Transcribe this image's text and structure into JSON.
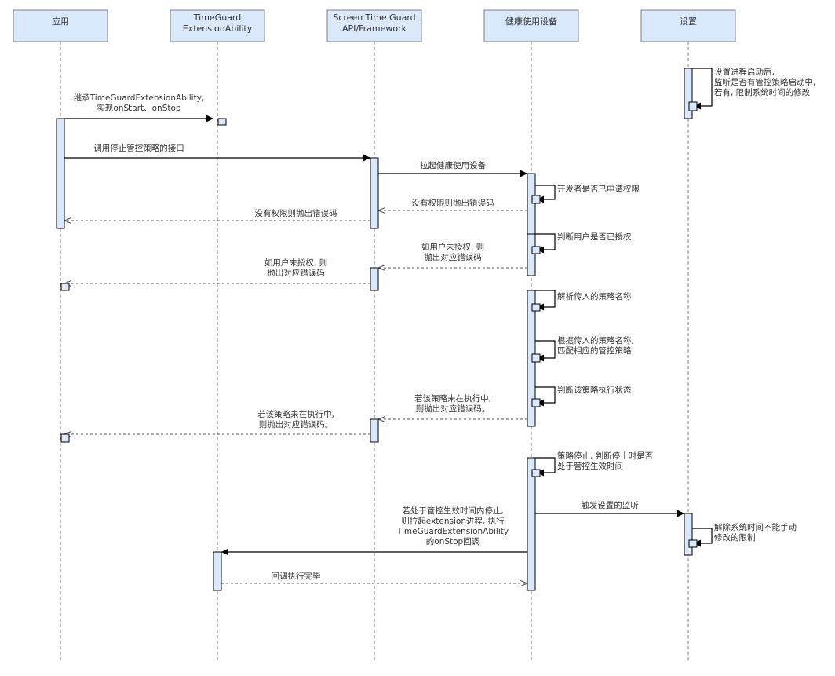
{
  "diagram": {
    "type": "sequence",
    "colors": {
      "header_fill": "#dae8fc",
      "header_stroke": "#7f7f7f",
      "activation_fill": "#dae8fc",
      "activation_stroke": "#000000",
      "line": "#000000",
      "lifeline": "#7f7f7f",
      "text": "#333333"
    },
    "participants": [
      {
        "id": "app",
        "label": [
          "应用"
        ]
      },
      {
        "id": "ext",
        "label": [
          "TimeGuard",
          "ExtensionAbility"
        ]
      },
      {
        "id": "api",
        "label": [
          "Screen Time Guard",
          "API/Framework"
        ]
      },
      {
        "id": "health",
        "label": [
          "健康使用设备"
        ]
      },
      {
        "id": "settings",
        "label": [
          "设置"
        ]
      }
    ],
    "messages": [
      {
        "id": "self-settings-start",
        "type": "self",
        "from": "settings",
        "label": [
          "设置进程启动后,",
          "监听是否有管控策略启动中,",
          "若有, 限制系统时间的修改"
        ]
      },
      {
        "id": "inherit-ext",
        "type": "sync",
        "from": "app",
        "to": "ext",
        "label": [
          "继承TimeGuardExtensionAbility,",
          "实现onStart、onStop"
        ]
      },
      {
        "id": "call-stop",
        "type": "sync",
        "from": "app",
        "to": "api",
        "label": [
          "调用停止管控策略的接口"
        ]
      },
      {
        "id": "launch-health",
        "type": "sync",
        "from": "api",
        "to": "health",
        "label": [
          "拉起健康使用设备"
        ]
      },
      {
        "id": "self-check-permission",
        "type": "self",
        "from": "health",
        "label": [
          "开发者是否已申请权限"
        ]
      },
      {
        "id": "return-no-permission-1",
        "type": "return",
        "from": "health",
        "to": "api",
        "label": [
          "没有权限则抛出错误码"
        ]
      },
      {
        "id": "return-no-permission-2",
        "type": "return",
        "from": "api",
        "to": "app",
        "label": [
          "没有权限则抛出错误码"
        ]
      },
      {
        "id": "self-check-auth",
        "type": "self",
        "from": "health",
        "label": [
          "判断用户是否已授权"
        ]
      },
      {
        "id": "return-no-auth-1",
        "type": "return",
        "from": "health",
        "to": "api",
        "label": [
          "如用户未授权, 则",
          "抛出对应错误码"
        ]
      },
      {
        "id": "return-no-auth-2",
        "type": "return",
        "from": "api",
        "to": "app",
        "label": [
          "如用户未授权, 则",
          "抛出对应错误码"
        ]
      },
      {
        "id": "self-parse-name",
        "type": "self",
        "from": "health",
        "label": [
          "解析传入的策略名称"
        ]
      },
      {
        "id": "self-match-policy",
        "type": "self",
        "from": "health",
        "label": [
          "根据传入的策略名称,",
          "匹配相应的管控策略"
        ]
      },
      {
        "id": "self-check-state",
        "type": "self",
        "from": "health",
        "label": [
          "判断该策略执行状态"
        ]
      },
      {
        "id": "return-not-running-1",
        "type": "return",
        "from": "health",
        "to": "api",
        "label": [
          "若该策略未在执行中,",
          "则抛出对应错误码。"
        ]
      },
      {
        "id": "return-not-running-2",
        "type": "return",
        "from": "api",
        "to": "app",
        "label": [
          "若该策略未在执行中,",
          "则抛出对应错误码。"
        ]
      },
      {
        "id": "self-stop-check-time",
        "type": "self",
        "from": "health",
        "label": [
          "策略停止, 判断停止时是否",
          "处于管控生效时间"
        ]
      },
      {
        "id": "trigger-settings",
        "type": "sync",
        "from": "health",
        "to": "settings",
        "label": [
          "触发设置的监听"
        ]
      },
      {
        "id": "self-release-time",
        "type": "self",
        "from": "settings",
        "label": [
          "解除系统时间不能手动",
          "修改的限制"
        ]
      },
      {
        "id": "call-onstop",
        "type": "sync",
        "from": "health",
        "to": "ext",
        "label": [
          "若处于管控生效时间内停止,",
          "则拉起extension进程, 执行",
          "TimeGuardExtensionAbility",
          "的onStop回调"
        ]
      },
      {
        "id": "return-callback-done",
        "type": "return",
        "from": "ext",
        "to": "health",
        "label": [
          "回调执行完毕"
        ]
      }
    ]
  }
}
